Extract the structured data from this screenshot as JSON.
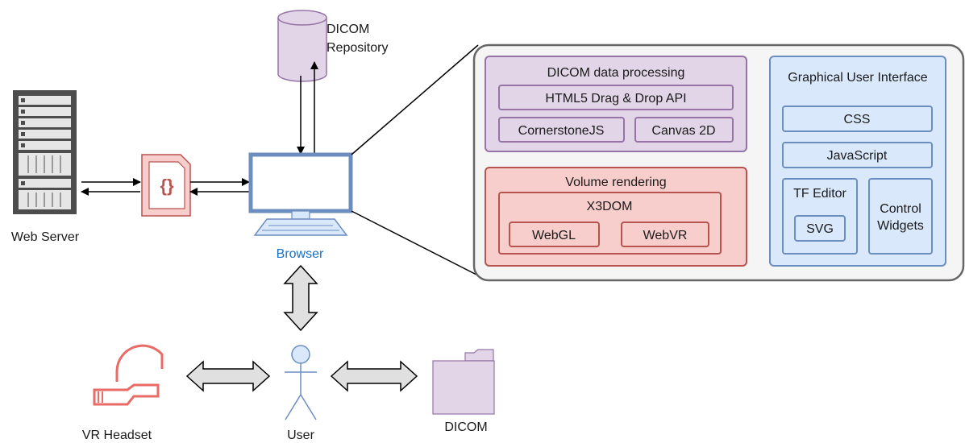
{
  "labels": {
    "dicom_repository": [
      "DICOM",
      "Repository"
    ],
    "web_server": "Web Server",
    "browser": "Browser",
    "user": "User",
    "vr_headset": "VR Headset",
    "dicom_folder": "DICOM"
  },
  "panel": {
    "processing": {
      "title": "DICOM data processing",
      "items": [
        "HTML5 Drag & Drop API",
        "CornerstoneJS",
        "Canvas 2D"
      ]
    },
    "rendering": {
      "title": "Volume rendering",
      "x3dom": "X3DOM",
      "items": [
        "WebGL",
        "WebVR"
      ]
    },
    "gui": {
      "title": "Graphical User Interface",
      "css": "CSS",
      "javascript": "JavaScript",
      "tf_editor": "TF Editor",
      "svg": "SVG",
      "control_widgets": [
        "Control",
        "Widgets"
      ]
    }
  },
  "colors": {
    "purple_fill": "#e1d5e7",
    "purple_stroke": "#9673a6",
    "red_fill": "#f8cecc",
    "red_stroke": "#b85450",
    "blue_fill": "#dae8fc",
    "blue_stroke": "#6c8ebf",
    "panel_fill": "#f5f5f5",
    "panel_stroke": "#666666",
    "server_fill": "#4d4d4d",
    "browser_label": "#1a6fc4"
  },
  "icons": [
    "database-icon",
    "server-icon",
    "json-file-icon",
    "monitor-icon",
    "stick-figure-icon",
    "vr-headset-icon",
    "folder-icon"
  ]
}
